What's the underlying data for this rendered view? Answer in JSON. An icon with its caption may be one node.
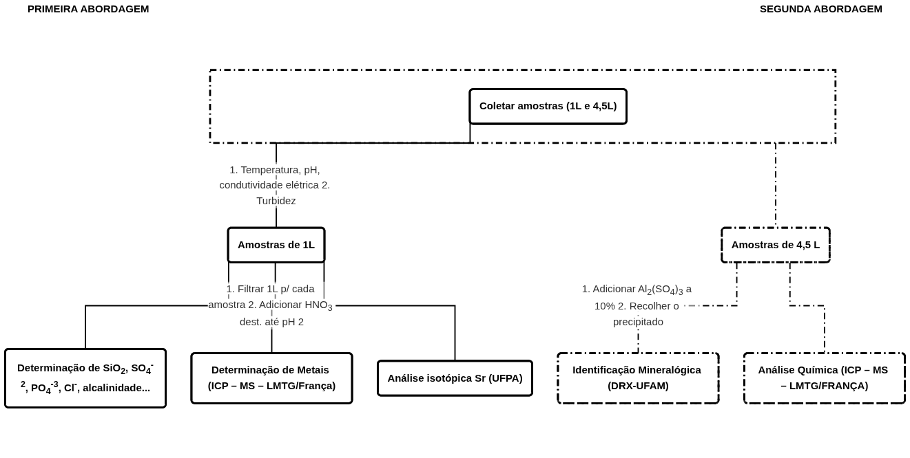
{
  "diagram": {
    "nodes": [
      {
        "text": [],
        "shape": "box"
      },
      {
        "text": [
          "Coletar amostras (1L e 4,5L)"
        ],
        "in": 0
      },
      {
        "text": [
          "Amostras de 1L"
        ]
      },
      {
        "text": [
          "Amostras de 4,5 L"
        ]
      },
      {
        "text": [
          "Determinação de SiO$_{2}$, SO$_{4}$$^{-2}$, PO$_{4}$$^{-3}$, Cl$^{-}$, alcalinidade..."
        ]
      },
      {
        "text": [
          "Determinação de Metais (ICP – MS – LMTG/França)"
        ]
      },
      {
        "text": [
          "Análise isotópica Sr (UFPA)"
        ]
      },
      {
        "text": [
          "Identificação Mineralógica (DRX-UFAM)"
        ]
      },
      {
        "text": [
          "Análise Química (ICP – MS – LMTG/FRANÇA)"
        ]
      }
    ],
    "edges": [
      {
        "from": 1,
        "to": 2,
        "arrow": "none",
        "label": "1. Temperatura, pH, condutividade elétrica 2. Turbidez"
      },
      {
        "from": 0,
        "to": 3,
        "arrow": "none",
        "style": "dashed"
      },
      {
        "from": 2,
        "to": 4,
        "arrow": "none"
      },
      {
        "from": 2,
        "to": 5,
        "arrow": "none",
        "label": "1. Filtrar 1L p/ cada amostra 2. Adicionar HNO$_{3}$ dest. até pH 2"
      },
      {
        "from": 2,
        "to": 6,
        "arrow": "none"
      },
      {
        "from": 3,
        "to": 7,
        "arrow": "none",
        "style": "dashed",
        "label": "1. Adicionar Al$_{2}$(SO$_{4}$)$_{3}$ a 10% 2. Recolher o precipitado"
      },
      {
        "from": 3,
        "to": 8,
        "arrow": "none",
        "style": "dashed"
      }
    ],
    "labels": [
      "PRIMEIRA ABORDAGEM",
      "SEGUNDA ABORDAGEM"
    ]
  }
}
